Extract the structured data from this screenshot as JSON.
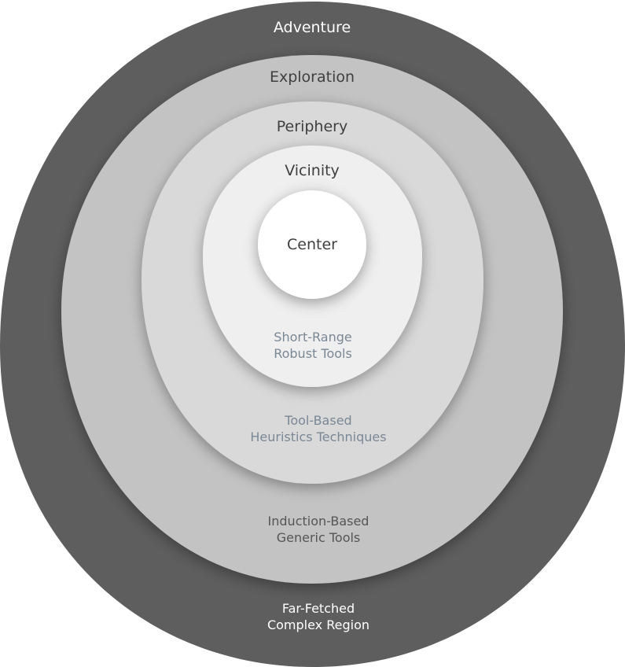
{
  "diagram": {
    "rings": [
      {
        "id": "adventure",
        "title": "Adventure",
        "subtitle_lines": [
          "Far-Fetched",
          "Complex Region"
        ],
        "fill": "#5e5e5e",
        "title_color": "#ffffff",
        "subtitle_color": "#ffffff"
      },
      {
        "id": "exploration",
        "title": "Exploration",
        "subtitle_lines": [
          "Induction-Based",
          "Generic Tools"
        ],
        "fill": "#c3c3c3",
        "title_color": "#3f3f3f",
        "subtitle_color": "#555555"
      },
      {
        "id": "periphery",
        "title": "Periphery",
        "subtitle_lines": [
          "Tool-Based",
          "Heuristics Techniques"
        ],
        "fill": "#d9d9d9",
        "title_color": "#3f3f3f",
        "subtitle_color": "#7a8795"
      },
      {
        "id": "vicinity",
        "title": "Vicinity",
        "subtitle_lines": [
          "Short-Range",
          "Robust Tools"
        ],
        "fill": "#efefef",
        "title_color": "#3f3f3f",
        "subtitle_color": "#7a8795"
      }
    ],
    "center": {
      "title": "Center",
      "fill": "#ffffff",
      "title_color": "#3f3f3f"
    }
  }
}
